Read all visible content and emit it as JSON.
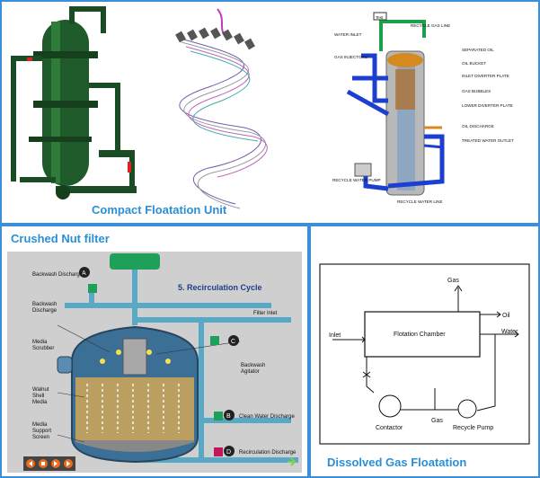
{
  "captions": {
    "compact": "Compact Floatation Unit",
    "crushed": "Crushed Nut filter",
    "dissolved": "Dissolved Gas Floatation"
  },
  "separator": {
    "labels": [
      "Test",
      "RECYCLE GAS LINE",
      "WATER INLET",
      "GAS INJECTORS",
      "SEPARATED OIL",
      "OIL BUCKET",
      "INLET DIVERTER PLATE",
      "GAS BUBBLES",
      "LOWER DIVERTER PLATE",
      "OIL DISCHARGE",
      "TREATED WATER OUTLET",
      "RECYCLE WATER PUMP",
      "RECYCLE WATER LINE"
    ]
  },
  "filter": {
    "title": "5. Recirculation Cycle",
    "labels": {
      "backwash_discharge_a": "Backwash Discharge",
      "backwash_discharge": "Backwash\nDischarge",
      "filter_inlet": "Filter Inlet",
      "media_scrubber": "Media\nScrubber",
      "backwash_agitator": "Backwash\nAgitator",
      "walnut_shell_media": "Walnut\nShell\nMedia",
      "clean_water_discharge": "Clean Water Discharge",
      "media_support_screen": "Media\nSupport\nScreen",
      "recirculation_discharge": "Recirculation Discharge"
    },
    "valves": [
      "A",
      "B",
      "C",
      "D"
    ]
  },
  "dgf": {
    "gas_top": "Gas",
    "oil": "Oil",
    "water": "Water",
    "inlet": "Inlet",
    "chamber": "Flotation Chamber",
    "gas_bottom": "Gas",
    "contactor": "Contactor",
    "recycle_pump": "Recycle Pump"
  },
  "colors": {
    "border": "#3a8fd8",
    "caption": "#2b8fd6",
    "vessel": "#1f5a2a",
    "pipe_blue": "#1d3fd0",
    "filter_bg": "#cfcfcf",
    "pipe_teal": "#58a9c6",
    "media": "#c9a45a"
  }
}
